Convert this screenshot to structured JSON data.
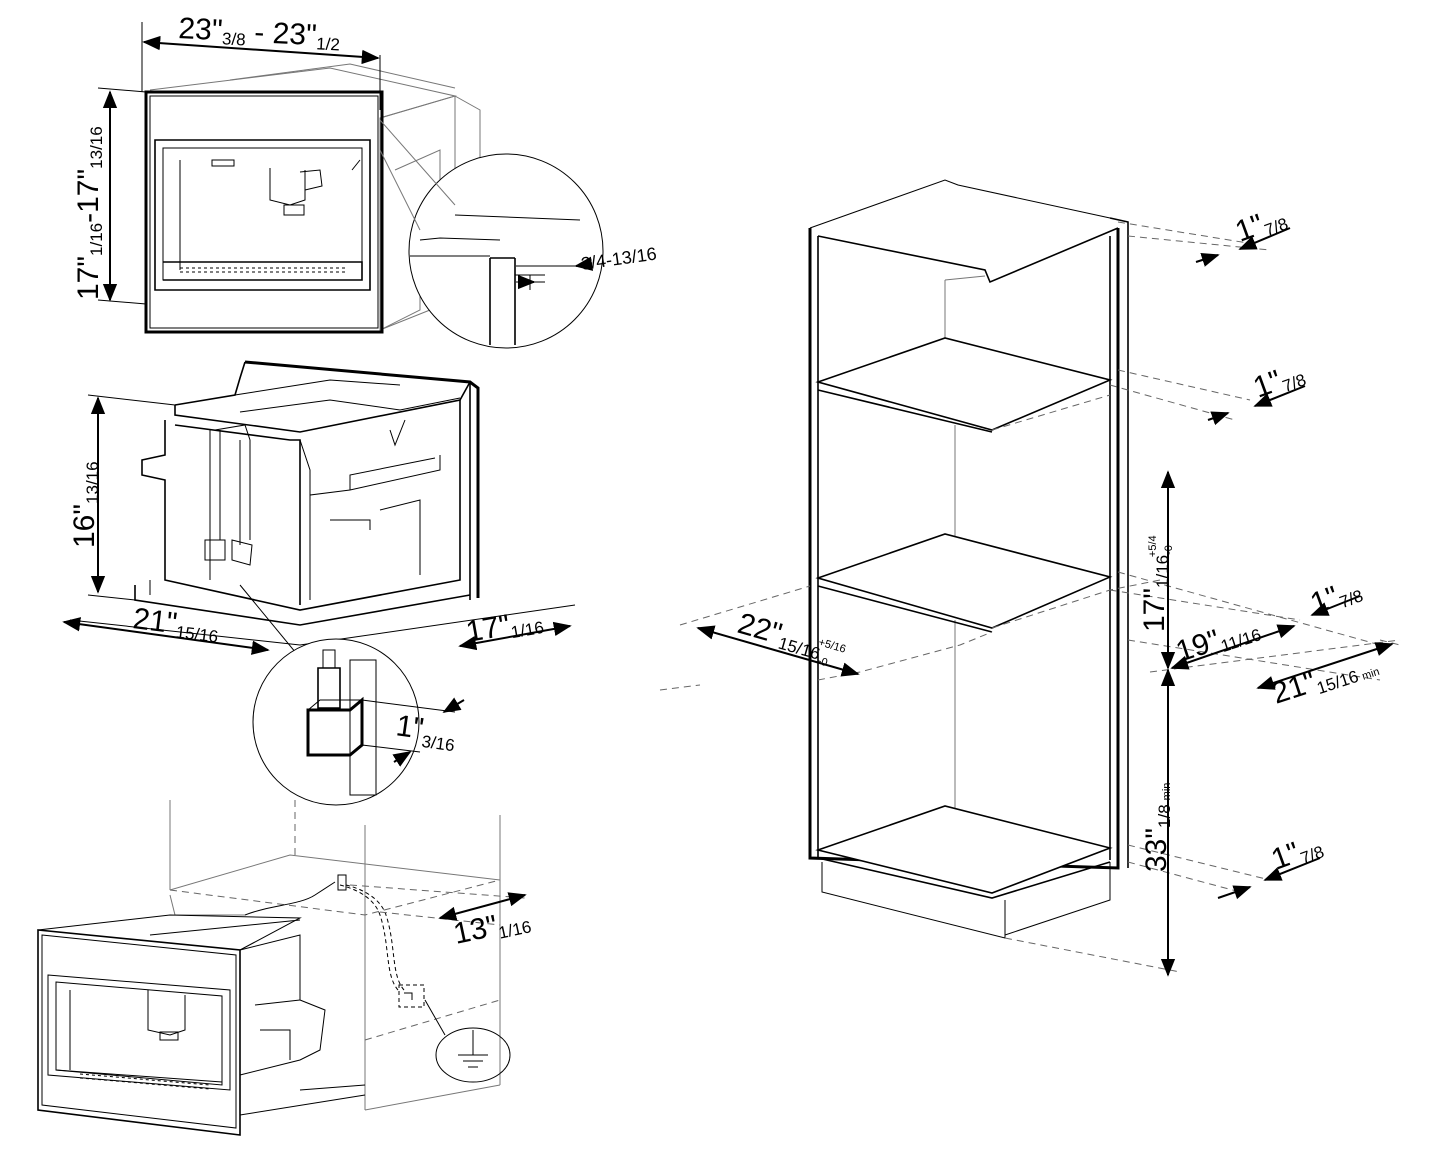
{
  "dimensions": {
    "appliance_width": {
      "main": "23\"",
      "frac_a": "3/8",
      "sep": " - ",
      "main_b": "23\"",
      "frac_b": "1/2"
    },
    "appliance_height": {
      "main_a": "17\"",
      "frac_a": "1/16",
      "sep": "-",
      "main_b": "17\"",
      "frac_b": "13/16"
    },
    "flange_depth": {
      "text": "3/4-13/16"
    },
    "body_height": {
      "main": "16\"",
      "frac": "13/16"
    },
    "body_width": {
      "main": "21\"",
      "frac": "15/16"
    },
    "body_depth": {
      "main": "17\"",
      "frac": "1/16"
    },
    "plug_clearance": {
      "main": "1\"",
      "frac": "3/16"
    },
    "cable_length": {
      "main": "13\"",
      "frac": "1/16"
    },
    "panel_top": {
      "main": "1\"",
      "frac": "7/8"
    },
    "panel_shelf": {
      "main": "1\"",
      "frac": "7/8"
    },
    "panel_mid": {
      "main": "1\"",
      "frac": "7/8"
    },
    "panel_bottom": {
      "main": "1\"",
      "frac": "7/8"
    },
    "niche_width": {
      "main": "22\"",
      "frac": "15/16",
      "tol_sub": "-0",
      "tol_sup": "+5/16"
    },
    "niche_height": {
      "main": "17\"",
      "frac": "1/16",
      "tol_sub": "-0",
      "tol_sup": "+5/4"
    },
    "niche_depth": {
      "main": "19\"",
      "frac": "11/16"
    },
    "cabinet_depth": {
      "main": "21\"",
      "frac": "15/16",
      "suffix": "min"
    },
    "floor_height": {
      "main": "33\"",
      "frac": "1/8",
      "suffix": "min"
    }
  },
  "icons": [
    "ground-symbol-icon",
    "power-plug-icon",
    "socket-icon"
  ]
}
